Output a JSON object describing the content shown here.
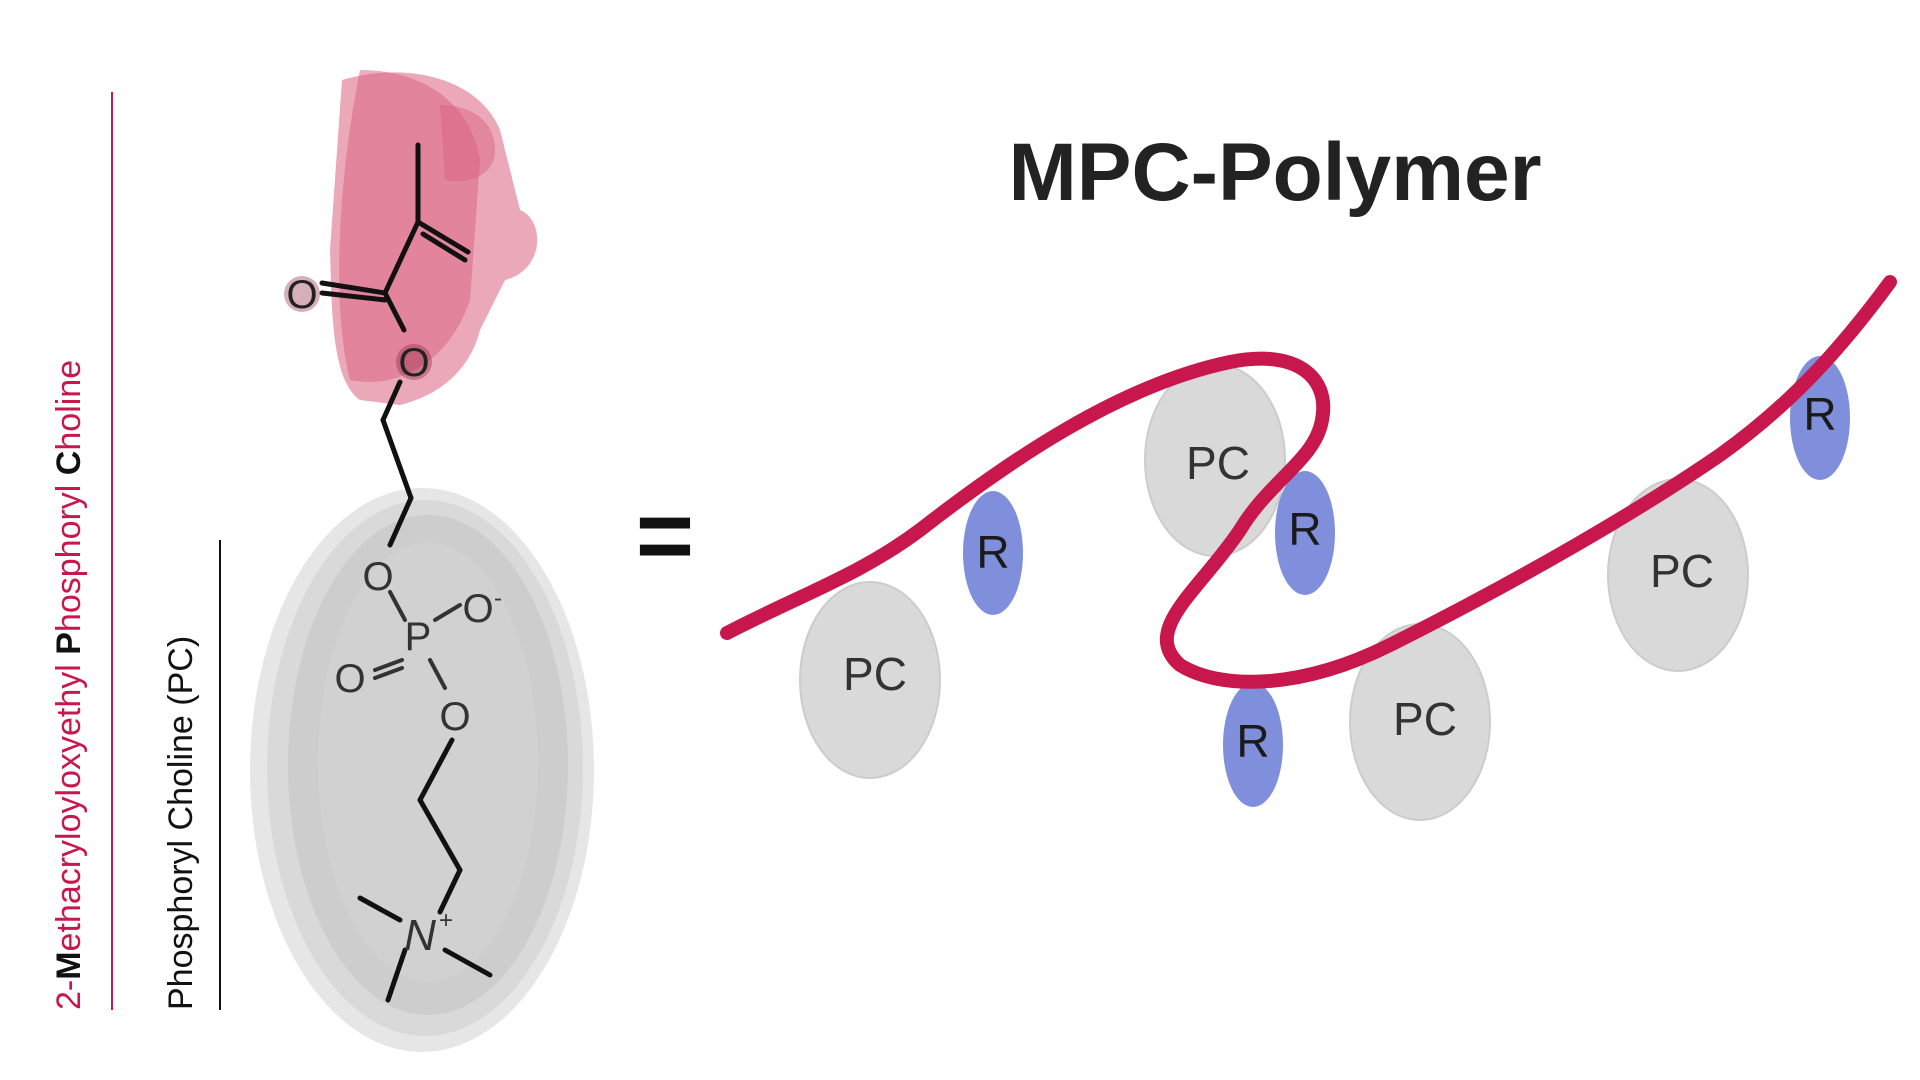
{
  "left_labels": {
    "mpc_full_name_parts": [
      {
        "text": "2-",
        "bold": false
      },
      {
        "text": "M",
        "bold": true
      },
      {
        "text": "ethacryloyloxyethyl ",
        "bold": false
      },
      {
        "text": "P",
        "bold": true
      },
      {
        "text": "hosphoryl ",
        "bold": false
      },
      {
        "text": "C",
        "bold": true
      },
      {
        "text": "holine",
        "bold": false
      }
    ],
    "pc_label": "Phosphoryl Choline (PC)"
  },
  "molecule": {
    "atoms": {
      "carbonyl_o": "O",
      "ester_o": "O",
      "o1": "O",
      "o2": "O",
      "o_minus": "O",
      "minus_sign": "-",
      "p": "P",
      "o_double": "O",
      "n": "N",
      "n_plus": "+"
    }
  },
  "equals_sign": "=",
  "title": "MPC-Polymer",
  "polymer": {
    "pc_units": [
      "PC",
      "PC",
      "PC",
      "PC"
    ],
    "r_units": [
      "R",
      "R",
      "R",
      "R"
    ]
  },
  "colors": {
    "accent_red": "#c8174d",
    "pink_highlight": "#d9607f",
    "gray_ellipse": "#cfcfcf",
    "pc_fill": "#d9d9d9",
    "r_fill": "#7f8fdb",
    "bond_black": "#111111",
    "gray_text": "#333333"
  }
}
